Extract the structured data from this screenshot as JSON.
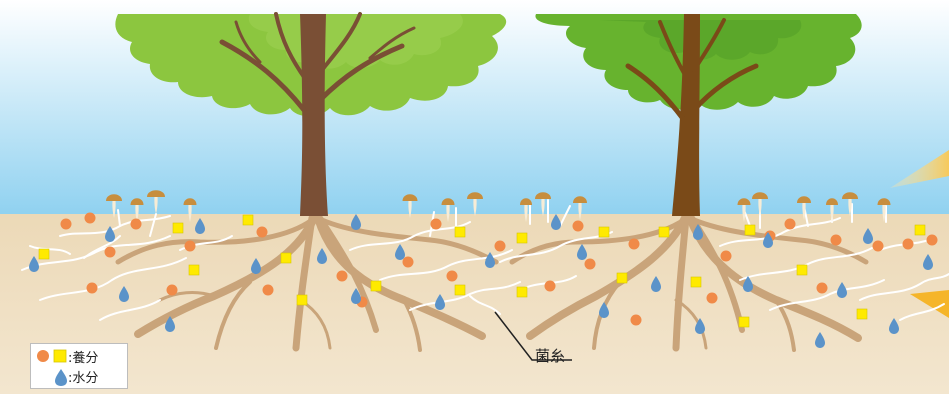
{
  "diagram": {
    "callout": {
      "label": "菌糸"
    },
    "legend": {
      "nutrients_label": ":養分",
      "water_label": ":水分"
    },
    "colors": {
      "sky_top": "#ffffff",
      "sky_bottom": "#8fd1f0",
      "soil": "#ecd9b7",
      "root": "#c9a47a",
      "trunk": "#7a4f35",
      "hypha": "#ffffff",
      "nutrient_circle": "#f08a48",
      "nutrient_square": "#ffea00",
      "water_drop": "#5b93c9",
      "mushroom_cap": "#c78e3e",
      "left_canopy": "#8cc63f",
      "right_canopy": "#67b32e"
    }
  }
}
